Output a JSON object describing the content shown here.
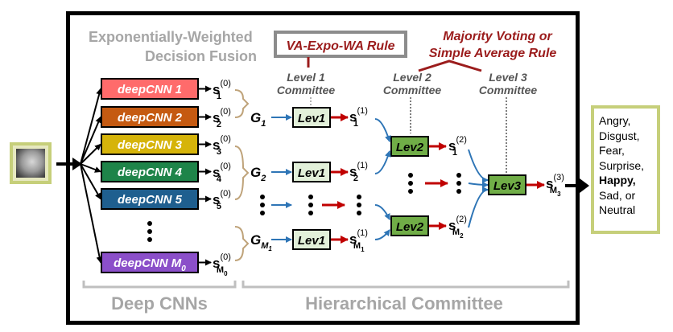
{
  "title_lines": [
    "Exponentially-Weighted",
    "Decision Fusion"
  ],
  "rule_box": "VA-Expo-WA Rule",
  "majority_rule": [
    "Majority Voting or",
    "Simple Average Rule"
  ],
  "level_labels": {
    "l1": [
      "Level 1",
      "Committee"
    ],
    "l2": [
      "Level 2",
      "Committee"
    ],
    "l3": [
      "Level 3",
      "Committee"
    ]
  },
  "cnns": [
    {
      "label": "deepCNN 1",
      "sub": "1",
      "color": "#ff6b6b"
    },
    {
      "label": "deepCNN 2",
      "sub": "2",
      "color": "#c55a11"
    },
    {
      "label": "deepCNN 3",
      "sub": "3",
      "color": "#d6b40a"
    },
    {
      "label": "deepCNN 4",
      "sub": "4",
      "color": "#1e8449"
    },
    {
      "label": "deepCNN 5",
      "sub": "5",
      "color": "#1f5f8f"
    },
    {
      "label": "deepCNN M",
      "sub": "M",
      "sub0": "0",
      "color": "#8b4fc9"
    }
  ],
  "groups": [
    {
      "letter": "G",
      "sub": "1"
    },
    {
      "letter": "G",
      "sub": "2"
    },
    {
      "letter": "G",
      "sub": "M",
      "sub2": "1"
    }
  ],
  "lev1_label": "Lev1",
  "lev2_label": "Lev2",
  "lev3_label": "Lev3",
  "score_letter": "s",
  "sup0": "(0)",
  "sup1": "(1)",
  "sup2": "(2)",
  "sup3": "(3)",
  "bottom_labels": [
    "Deep CNNs",
    "Hierarchical Committee"
  ],
  "outputs": [
    "Angry,",
    "Disgust,",
    "Fear,",
    "Surprise,",
    "Happy,",
    "Sad, or",
    "Neutral"
  ],
  "colors": {
    "lev_fill": "#e2f0d9",
    "lev2_fill": "#70ad47",
    "blue_arrow": "#2e75b6",
    "red_arrow": "#c00000",
    "bracket": "#bfa37a",
    "grey_text": "#a6a6a6",
    "rule_red": "#9b1c1c"
  }
}
